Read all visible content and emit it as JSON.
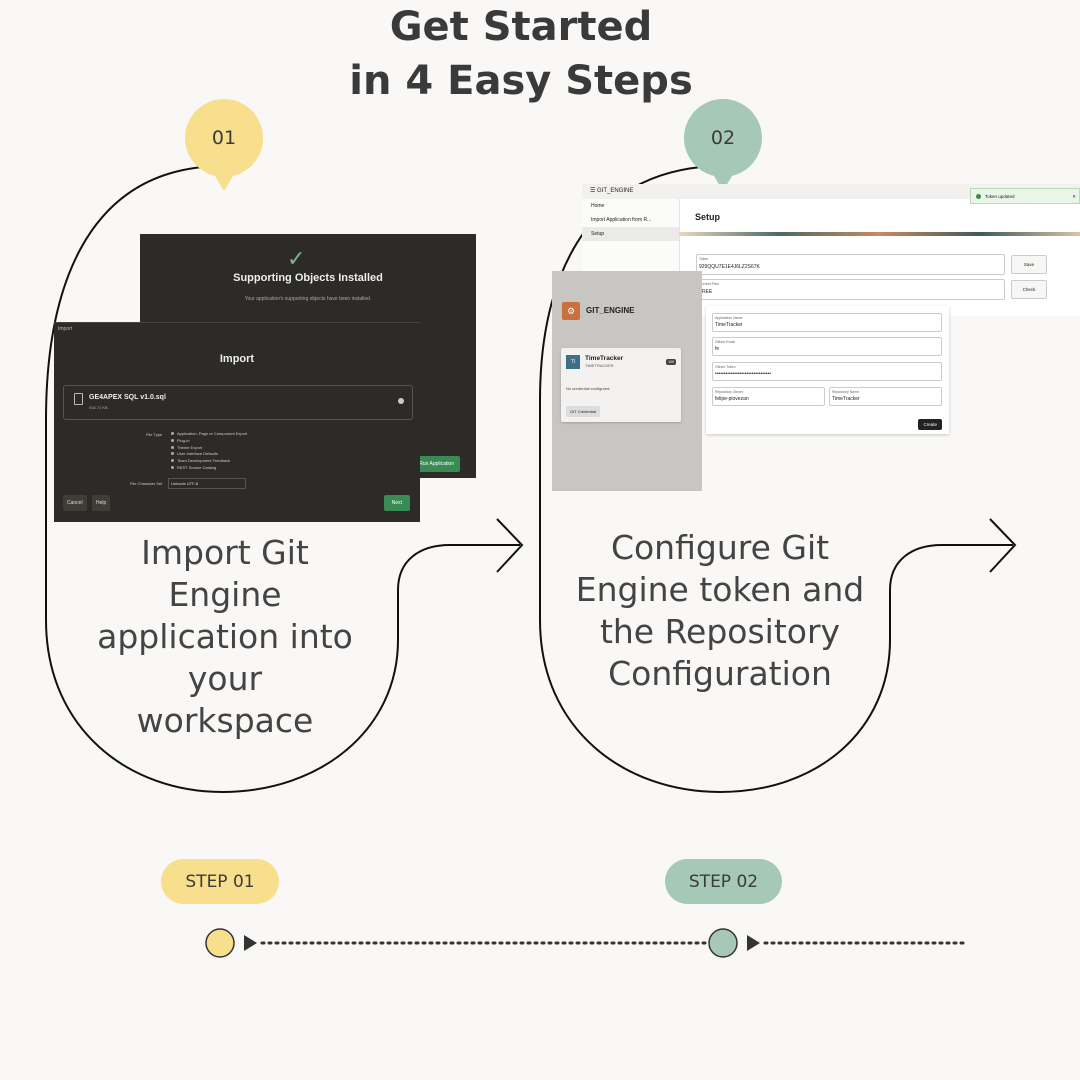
{
  "header": {
    "line1": "Get Started",
    "line2": "in 4 Easy Steps"
  },
  "steps": [
    {
      "number": "01",
      "description": "Import Git Engine application into your workspace",
      "badge": "STEP 01",
      "color": "#f8df8d"
    },
    {
      "number": "02",
      "description": "Configure Git Engine token and the Repository Configuration",
      "badge": "STEP 02",
      "color": "#a6c8b6"
    }
  ],
  "shot1": {
    "back": {
      "title": "Supporting Objects Installed",
      "message": "Your application's supporting objects have been installed.",
      "run_button": "Run Application"
    },
    "front": {
      "window_title": "Import",
      "heading": "Import",
      "file_name": "GE4APEX SQL v1.0.sql",
      "file_size": "936.72 KB",
      "file_type_label": "File Type",
      "file_types": [
        "Application, Page or Component Export",
        "Plug-in",
        "Theme Export",
        "User Interface Defaults",
        "Team Development Feedback",
        "REST Source Catalog"
      ],
      "charset_label": "File Character Set",
      "charset_value": "Unicode UTF-8",
      "cancel": "Cancel",
      "help": "Help",
      "next": "Next"
    }
  },
  "shot2": {
    "app_title": "GIT_ENGINE",
    "nav": [
      "Home",
      "Import Application from R...",
      "Setup"
    ],
    "page_title": "Setup",
    "toast": "Token updated",
    "token_label": "Token",
    "token_value": "929QQU7E1E4J6LZ2S67K",
    "plan_label": "Current Plan",
    "plan_value": "FREE",
    "save": "Save",
    "check": "Check",
    "card_app_title": "GIT_ENGINE",
    "card": {
      "initials": "TI",
      "name": "TimeTracker",
      "sub": "TIMETRACKER",
      "id": "109",
      "status": "No credential configured.",
      "button": "GIT Credential"
    },
    "form": {
      "app_name_label": "Application Name",
      "app_name_value": "TimeTracker",
      "email_label": "Github Email",
      "email_value": "fe",
      "token_label": "Github Token",
      "token_value": "••••••••••••••••••••••••••••••••",
      "owner_label": "Repository Owner",
      "owner_value": "felipe-piovezan",
      "repo_label": "Repository Name",
      "repo_value": "TimeTracker",
      "create": "Create"
    }
  }
}
